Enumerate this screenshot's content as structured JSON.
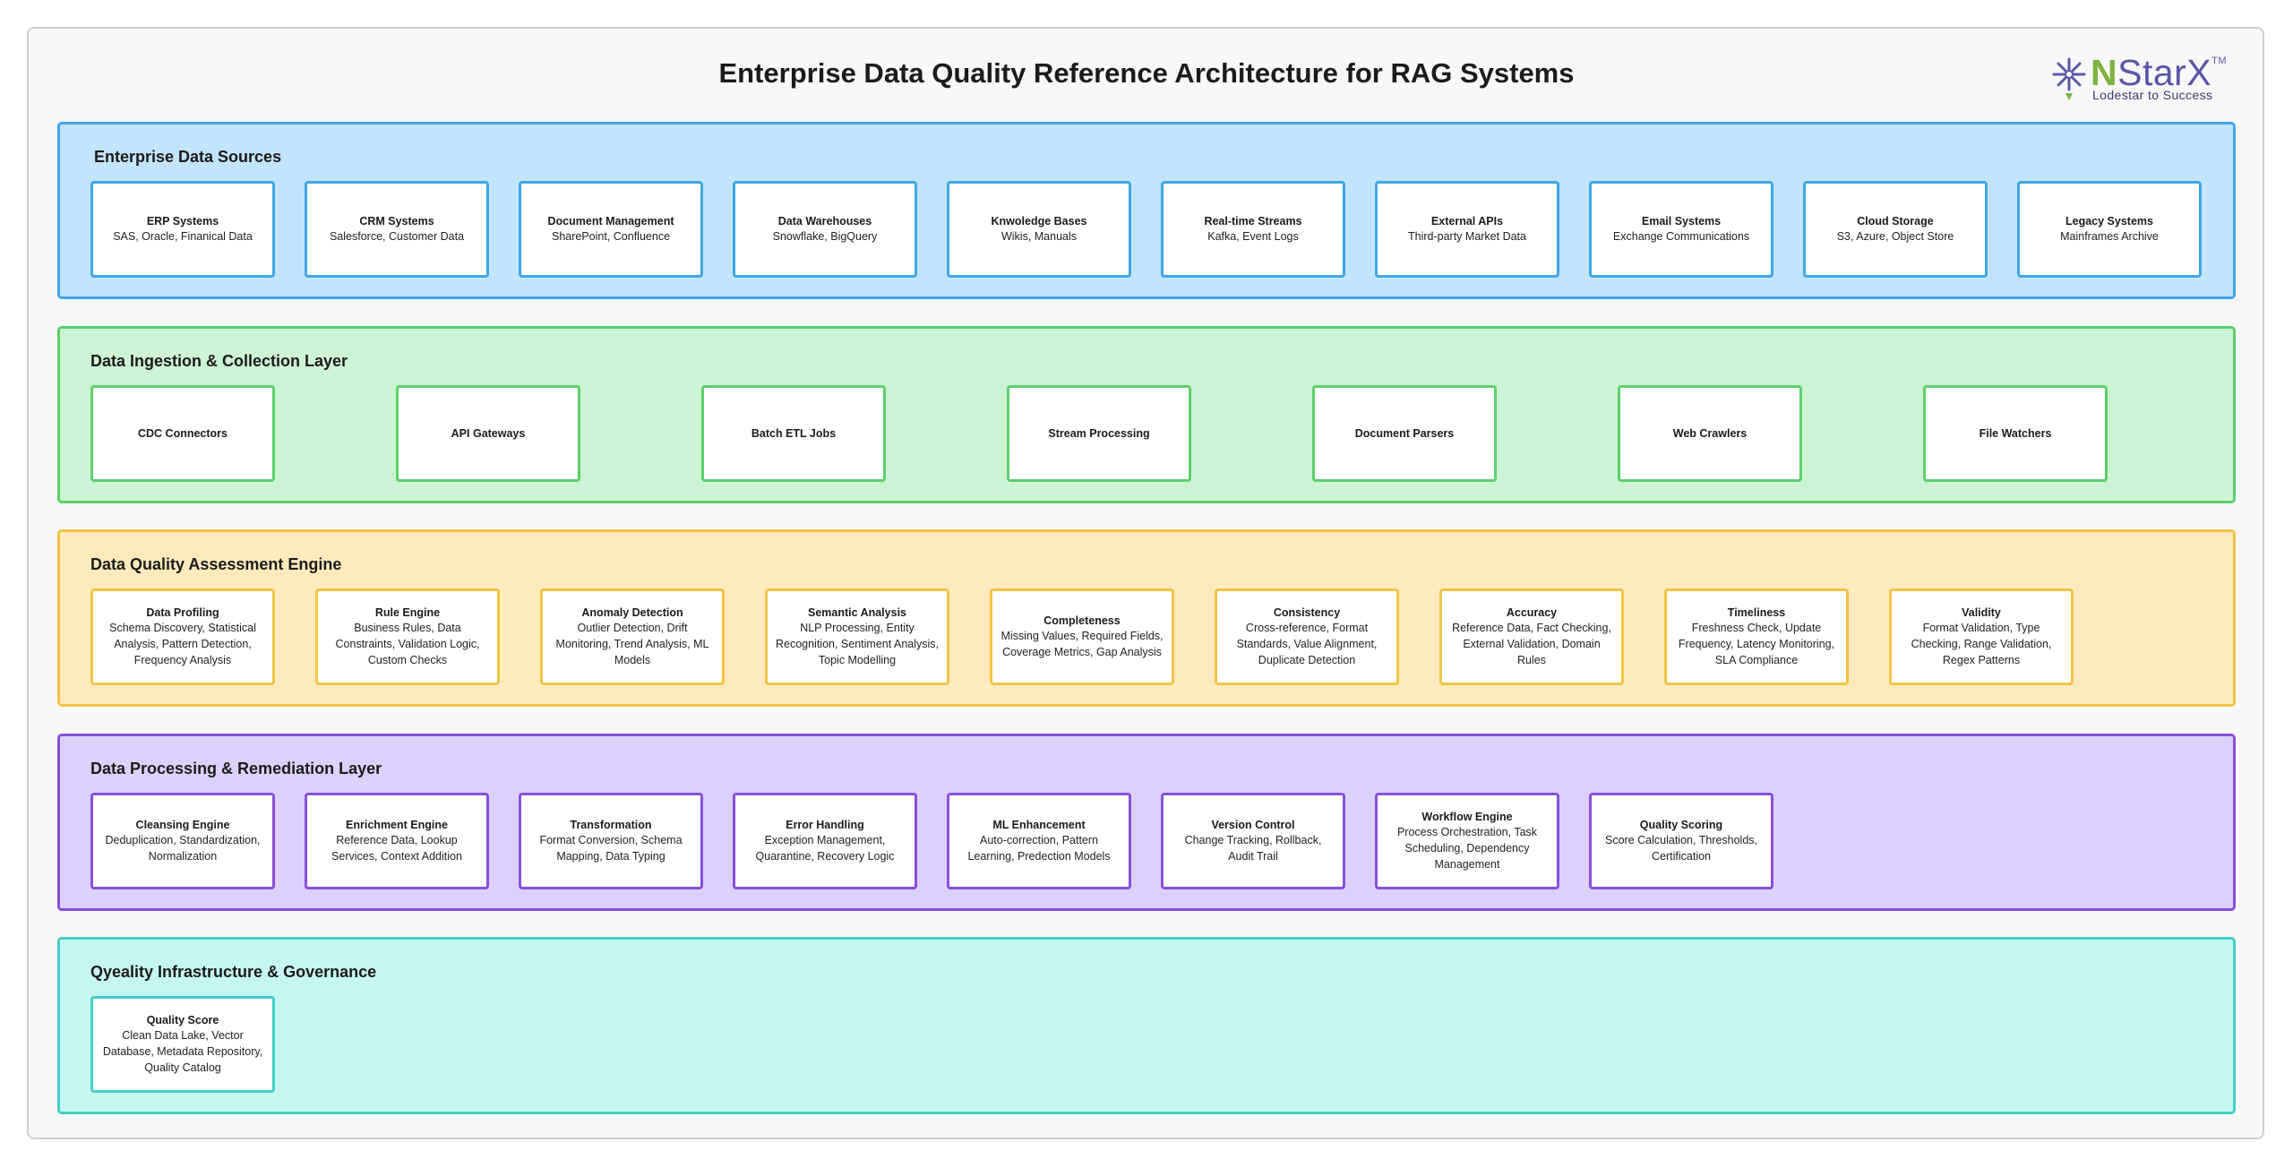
{
  "title": "Enterprise Data Quality Reference Architecture for RAG Systems",
  "logo": {
    "brand_first": "N",
    "brand_rest": "StarX",
    "trademark": "TM",
    "tagline": "Lodestar to Success"
  },
  "colors": {
    "sources": "#3fa6e8",
    "ingestion": "#5ccf6d",
    "assessment": "#f3c444",
    "processing": "#8a4fdc",
    "governance": "#3fd1c5"
  },
  "layers": {
    "sources": {
      "title": "Enterprise Data Sources",
      "items": [
        {
          "title": "ERP Systems",
          "desc": "SAS, Oracle, Finanical Data"
        },
        {
          "title": "CRM Systems",
          "desc": "Salesforce, Customer Data"
        },
        {
          "title": "Document Management",
          "desc": "SharePoint, Confluence"
        },
        {
          "title": "Data Warehouses",
          "desc": "Snowflake, BigQuery"
        },
        {
          "title": "Knwoledge Bases",
          "desc": "Wikis, Manuals"
        },
        {
          "title": "Real-time Streams",
          "desc": "Kafka, Event Logs"
        },
        {
          "title": "External APIs",
          "desc": "Third-party Market Data"
        },
        {
          "title": "Email Systems",
          "desc": "Exchange Communications"
        },
        {
          "title": "Cloud Storage",
          "desc": "S3, Azure, Object Store"
        },
        {
          "title": "Legacy Systems",
          "desc": "Mainframes Archive"
        }
      ]
    },
    "ingestion": {
      "title": "Data Ingestion & Collection Layer",
      "items": [
        {
          "title": "CDC Connectors"
        },
        {
          "title": "API Gateways"
        },
        {
          "title": "Batch ETL Jobs"
        },
        {
          "title": "Stream Processing"
        },
        {
          "title": "Document Parsers"
        },
        {
          "title": "Web Crawlers"
        },
        {
          "title": "File Watchers"
        }
      ]
    },
    "assessment": {
      "title": "Data Quality Assessment Engine",
      "items": [
        {
          "title": "Data Profiling",
          "desc": "Schema Discovery, Statistical Analysis, Pattern Detection, Frequency Analysis"
        },
        {
          "title": "Rule Engine",
          "desc": "Business Rules, Data Constraints, Validation Logic, Custom Checks"
        },
        {
          "title": "Anomaly Detection",
          "desc": "Outlier Detection, Drift Monitoring, Trend Analysis, ML Models"
        },
        {
          "title": "Semantic Analysis",
          "desc": "NLP Processing, Entity Recognition, Sentiment Analysis, Topic Modelling"
        },
        {
          "title": "Completeness",
          "desc": "Missing Values, Required Fields, Coverage Metrics, Gap Analysis"
        },
        {
          "title": "Consistency",
          "desc": "Cross-reference, Format Standards, Value Alignment, Duplicate Detection"
        },
        {
          "title": "Accuracy",
          "desc": "Reference Data, Fact Checking, External Validation, Domain Rules"
        },
        {
          "title": "Timeliness",
          "desc": "Freshness Check, Update Frequency, Latency Monitoring, SLA Compliance"
        },
        {
          "title": "Validity",
          "desc": "Format Validation, Type Checking, Range Validation, Regex Patterns"
        }
      ]
    },
    "processing": {
      "title": "Data Processing & Remediation Layer",
      "items": [
        {
          "title": "Cleansing Engine",
          "desc": "Deduplication, Standardization, Normalization"
        },
        {
          "title": "Enrichment Engine",
          "desc": "Reference Data, Lookup Services, Context Addition"
        },
        {
          "title": "Transformation",
          "desc": "Format Conversion, Schema Mapping, Data Typing"
        },
        {
          "title": "Error Handling",
          "desc": "Exception Management, Quarantine, Recovery Logic"
        },
        {
          "title": "ML Enhancement",
          "desc": "Auto-correction, Pattern Learning, Predection Models"
        },
        {
          "title": "Version Control",
          "desc": "Change Tracking, Rollback, Audit Trail"
        },
        {
          "title": "Workflow Engine",
          "desc": "Process Orchestration, Task Scheduling, Dependency Management"
        },
        {
          "title": "Quality Scoring",
          "desc": "Score Calculation, Thresholds, Certification"
        }
      ]
    },
    "governance": {
      "title": "Qyeality Infrastructure & Governance",
      "items": [
        {
          "title": "Quality Score",
          "desc": "Clean Data Lake, Vector Database, Metadata Repository, Quality Catalog"
        }
      ]
    }
  }
}
